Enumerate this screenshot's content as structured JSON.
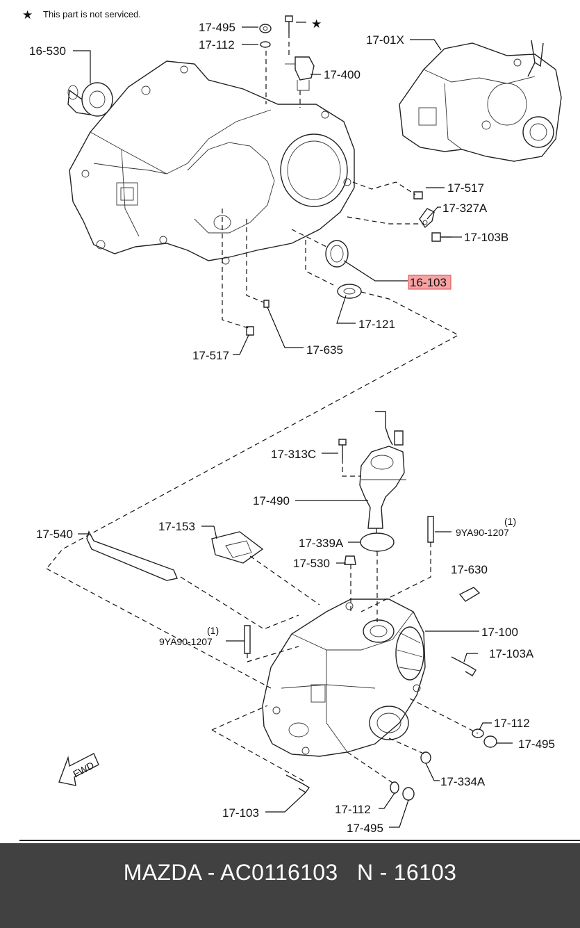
{
  "note": {
    "star": "★",
    "text": "This part is not serviced."
  },
  "labels": {
    "l_16_530": "16-530",
    "l_17_495_top": "17-495",
    "l_17_112_top": "17-112",
    "l_17_400": "17-400",
    "l_17_01x": "17-01X",
    "l_17_517_r": "17-517",
    "l_17_327a": "17-327A",
    "l_17_103b": "17-103B",
    "l_16_103": "16-103",
    "l_17_121": "17-121",
    "l_17_635": "17-635",
    "l_17_517_l": "17-517",
    "l_17_313c": "17-313C",
    "l_17_490": "17-490",
    "l_17_540": "17-540",
    "l_17_153": "17-153",
    "l_17_339a": "17-339A",
    "l_9ya90_r": "9YA90-1207",
    "l_9ya90_r_qty": "(1)",
    "l_17_530": "17-530",
    "l_17_630": "17-630",
    "l_17_100": "17-100",
    "l_9ya90_l": "9YA90-1207",
    "l_9ya90_l_qty": "(1)",
    "l_17_103a": "17-103A",
    "l_17_112_r": "17-112",
    "l_17_495_r": "17-495",
    "l_17_334a": "17-334A",
    "l_17_103": "17-103",
    "l_17_112_b": "17-112",
    "l_17_495_b": "17-495",
    "fwd": "FWD"
  },
  "highlight": {
    "part": "16-103",
    "color": "#f08080"
  },
  "footer": {
    "text": "MAZDA - AC0116103   N - 16103"
  }
}
